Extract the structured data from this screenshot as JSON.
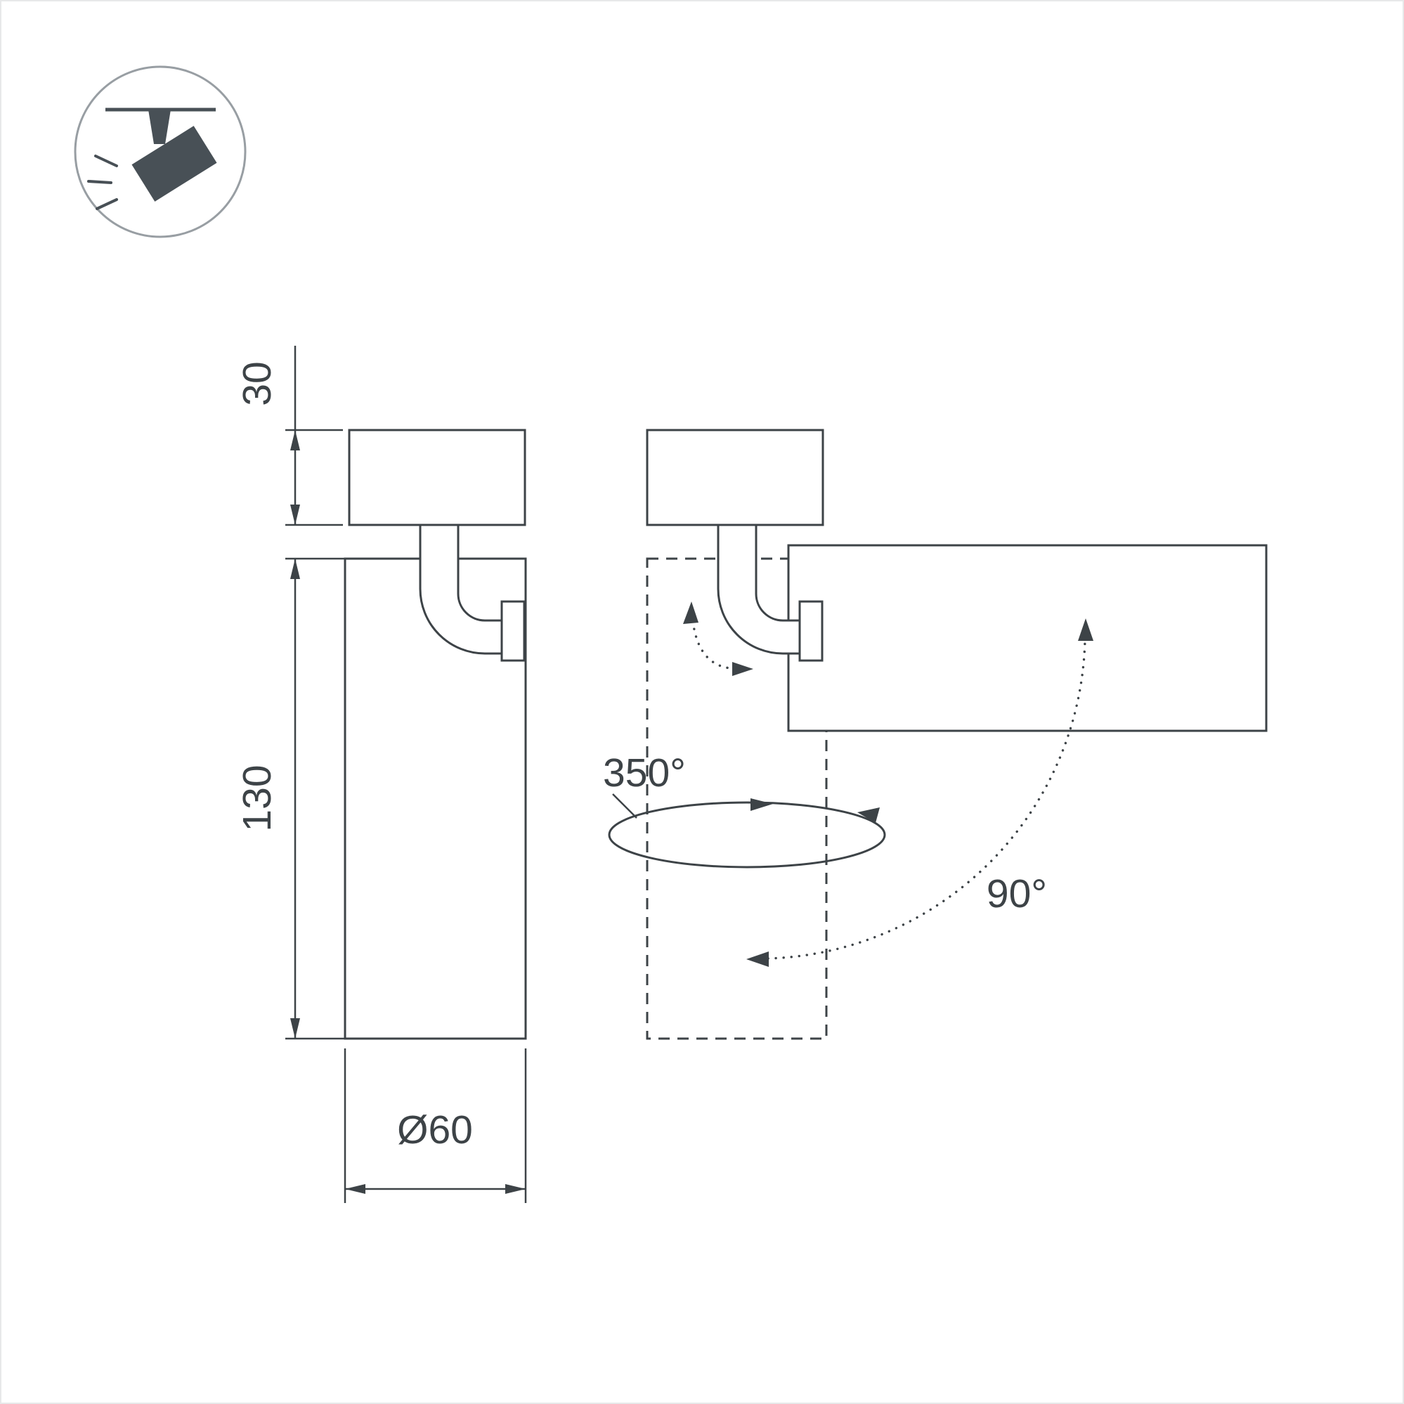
{
  "colors": {
    "line": "#3d4347",
    "icon": "#485056",
    "badge-ring": "#989ea3",
    "frame": "#e7e8e9",
    "background": "#ffffff"
  },
  "badge": {
    "icon": "track-spotlight-icon"
  },
  "dimensions": {
    "mount_height": "30",
    "body_height": "130",
    "diameter": "Ø60"
  },
  "rotation": {
    "pan_angle": "350°",
    "tilt_angle": "90°"
  }
}
